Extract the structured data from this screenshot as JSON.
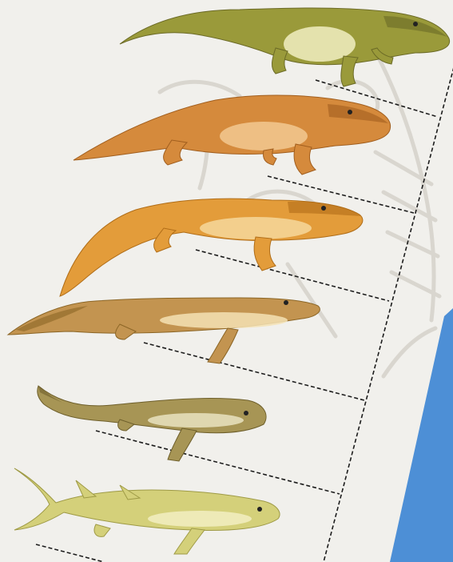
{
  "diagram": {
    "type": "cladogram",
    "colors": {
      "background": "#f1f0ec",
      "ghost_skeleton": "#d9d6cf",
      "dashed_line": "#1d1d1d",
      "blue_band": "#4d8fd6"
    },
    "organisms": [
      {
        "id": "tetrapod",
        "icon": "tetrapod-amphibian-icon",
        "body": "#9a9a3a",
        "belly": "#f1eec2",
        "dark": "#6b6a26"
      },
      {
        "id": "stem-tetrapod",
        "icon": "stem-tetrapod-icon",
        "body": "#d58a3c",
        "belly": "#f2c890",
        "dark": "#a15e1e"
      },
      {
        "id": "tetrapodomorph",
        "icon": "tetrapodomorph-icon",
        "body": "#e39c3a",
        "belly": "#f6d89c",
        "dark": "#b06d18"
      },
      {
        "id": "elpistostegalian-fish",
        "icon": "elpistostegalian-fish-icon",
        "body": "#c39450",
        "belly": "#f4e2b4",
        "dark": "#8b6525"
      },
      {
        "id": "lobe-finned-fish",
        "icon": "lobe-finned-fish-icon",
        "body": "#a79555",
        "belly": "#e9e3c1",
        "dark": "#6e5f2b"
      },
      {
        "id": "early-lobe-finned-fish",
        "icon": "early-fish-icon",
        "body": "#d4d07a",
        "belly": "#f2efc2",
        "dark": "#9e9a45"
      }
    ]
  }
}
